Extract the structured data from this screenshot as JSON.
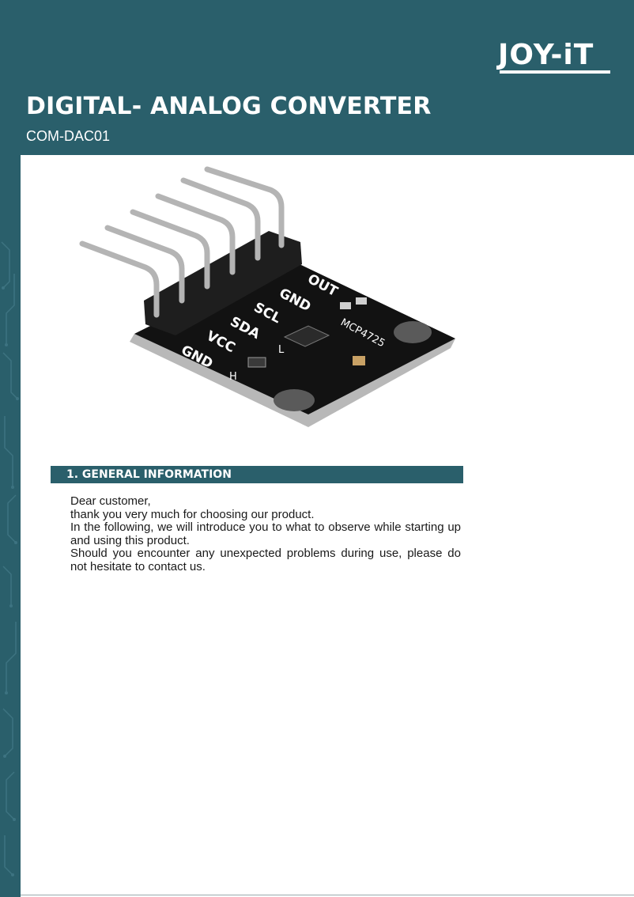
{
  "brand": {
    "logo_text": "JOY-iT",
    "color_primary": "#2a5f6b"
  },
  "header": {
    "title": "DIGITAL- ANALOG CONVERTER",
    "subtitle": "COM-DAC01"
  },
  "product": {
    "pin_labels": [
      "OUT",
      "GND",
      "SCL",
      "SDA",
      "VCC",
      "GND"
    ],
    "chip_label": "MCP4725",
    "jumper_labels": [
      "L",
      "H"
    ]
  },
  "section": {
    "title": "1. GENERAL INFORMATION",
    "paragraphs": [
      "Dear customer,",
      "thank you very much for choosing our product.",
      "In the following, we will introduce you to what to observe while starting up and using this product.",
      "Should you encounter any unexpected problems during use, please do not hesitate to contact us."
    ]
  }
}
